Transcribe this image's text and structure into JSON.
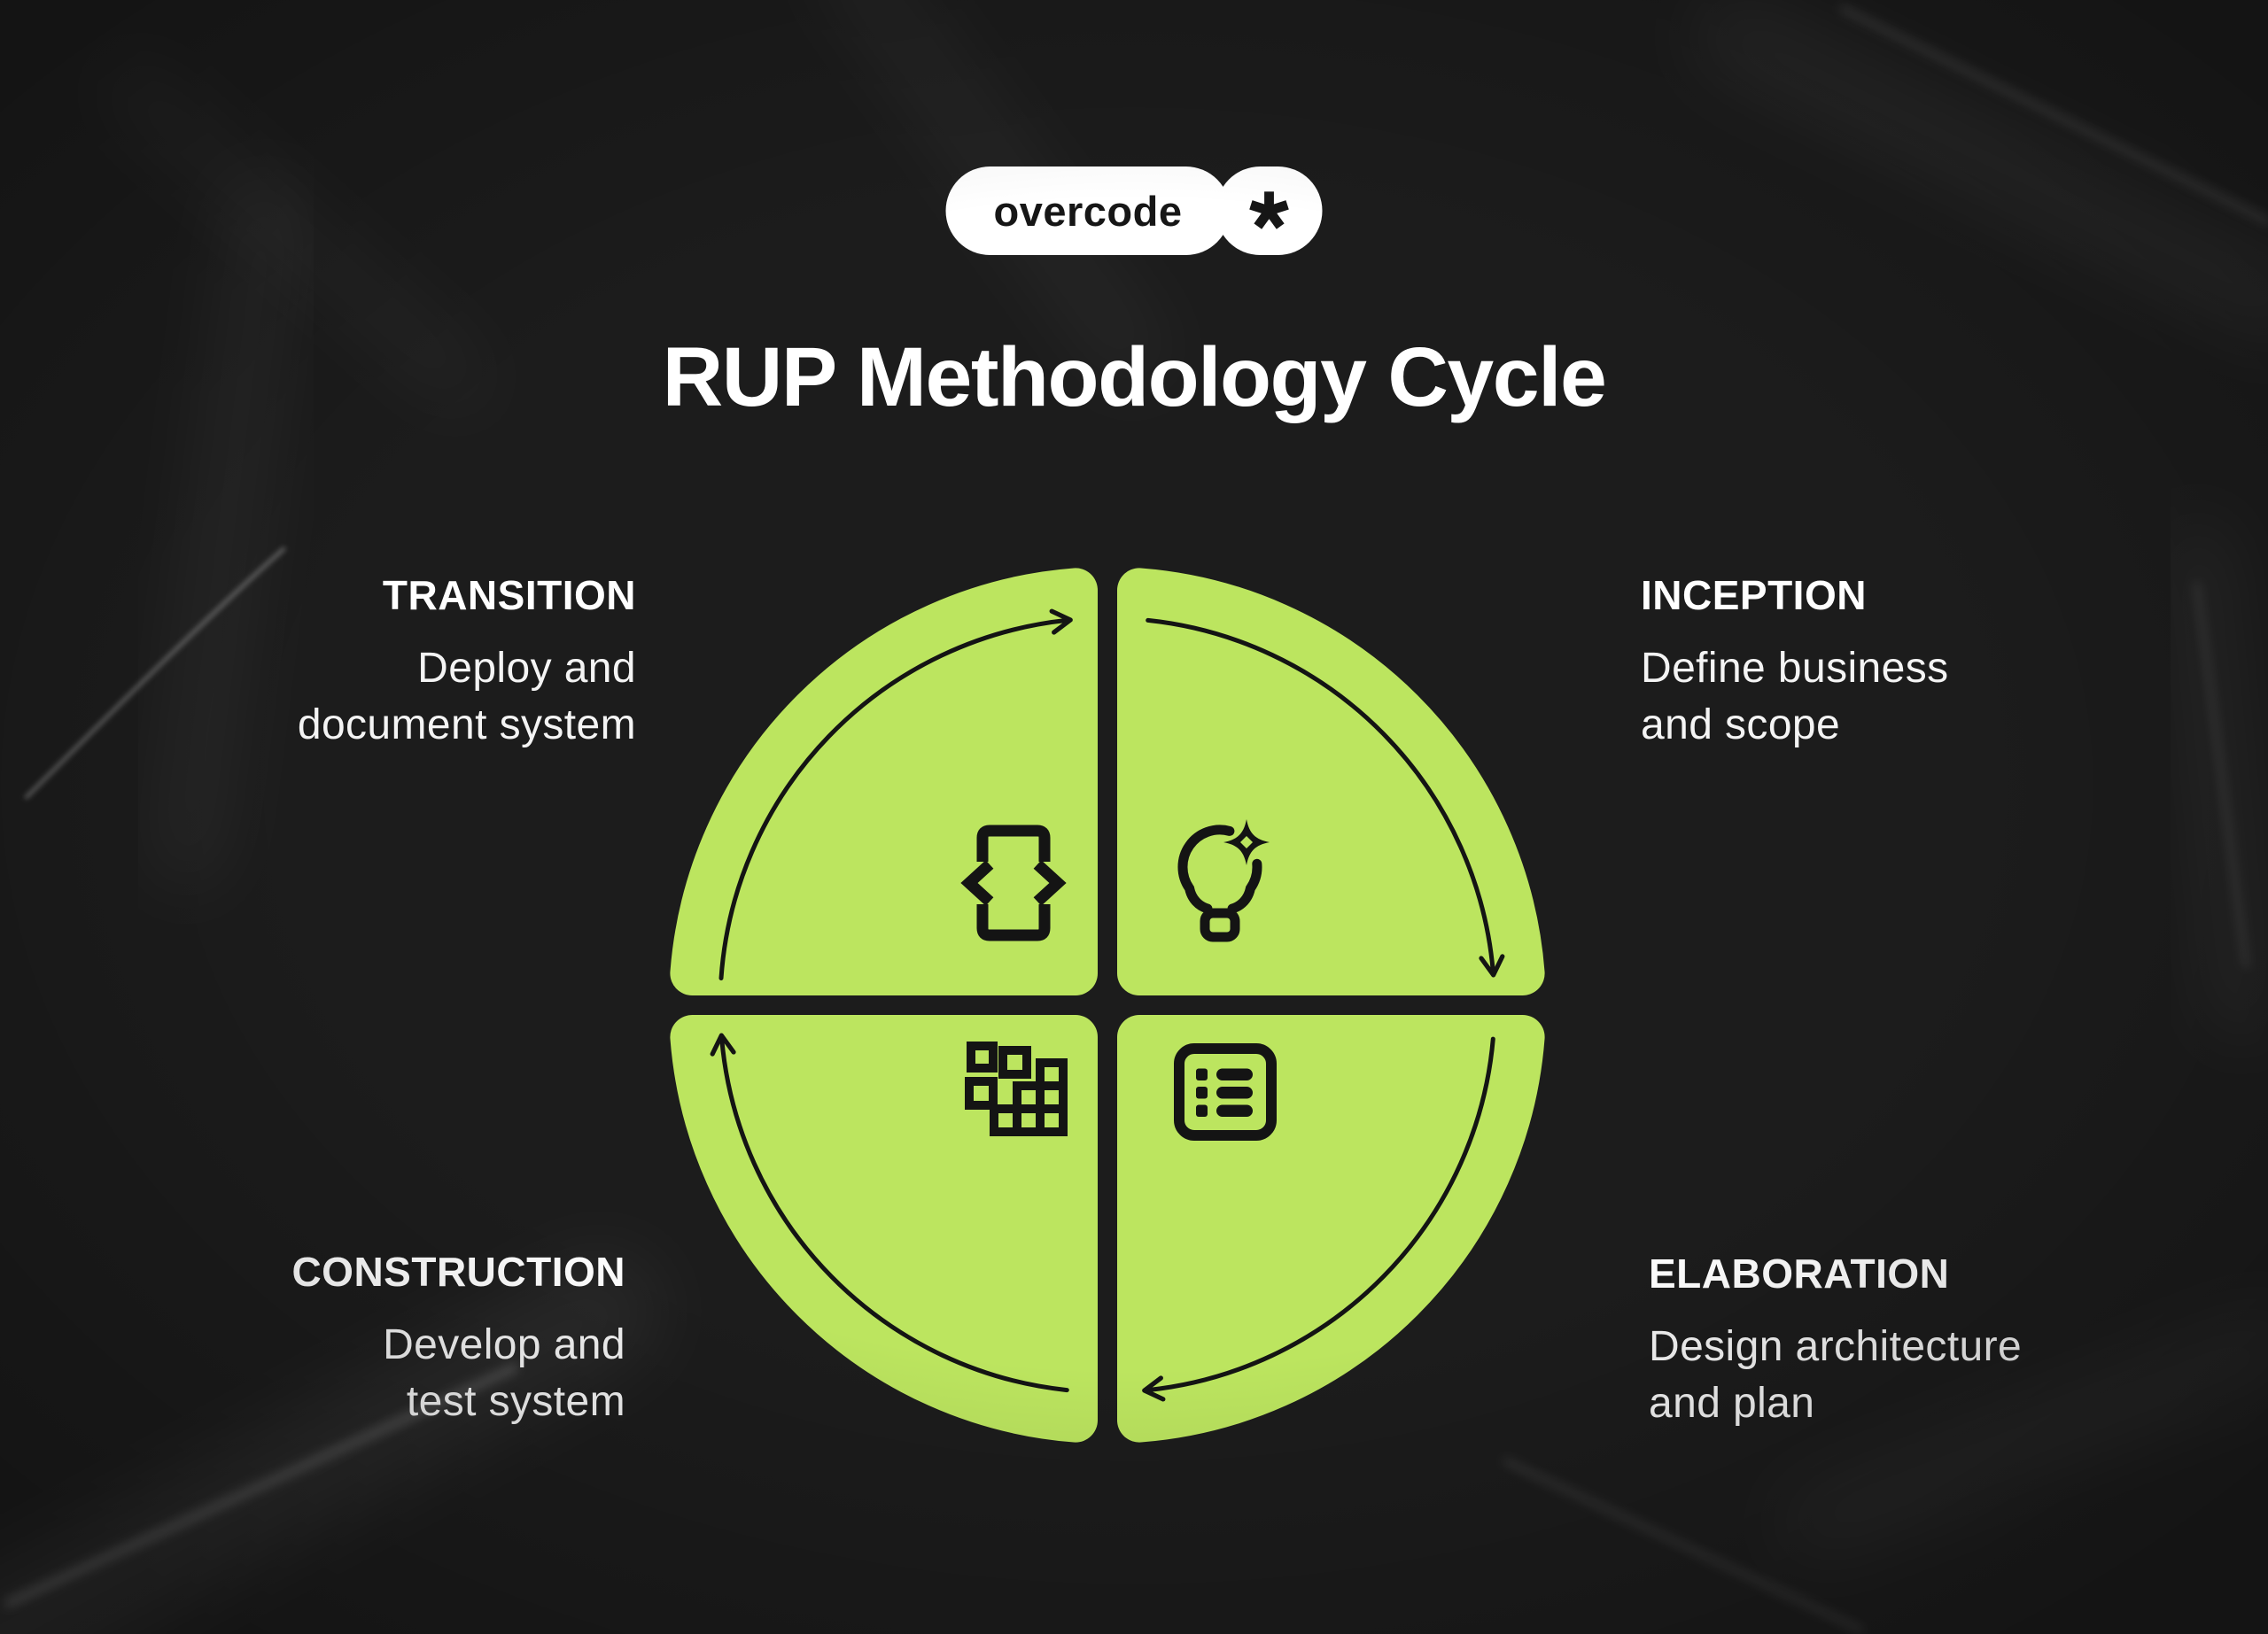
{
  "brand": {
    "name": "overcode",
    "asterisk_icon": "asterisk"
  },
  "title": "RUP Methodology Cycle",
  "phases": [
    {
      "id": "transition",
      "label": "TRANSITION",
      "description_lines": [
        "Deploy and",
        "document system"
      ],
      "icon": "code-icon",
      "position": "top-left"
    },
    {
      "id": "inception",
      "label": "INCEPTION",
      "description_lines": [
        "Define business",
        "and scope"
      ],
      "icon": "lightbulb-spark-icon",
      "position": "top-right"
    },
    {
      "id": "construction",
      "label": "CONSTRUCTION",
      "description_lines": [
        "Develop and",
        "test system"
      ],
      "icon": "pixel-blocks-icon",
      "position": "bottom-left"
    },
    {
      "id": "elaboration",
      "label": "ELABORATION",
      "description_lines": [
        "Design architecture",
        "and plan"
      ],
      "icon": "list-icon",
      "position": "bottom-right"
    }
  ],
  "cycle": {
    "direction": "clockwise",
    "order": [
      "inception",
      "elaboration",
      "construction",
      "transition"
    ]
  },
  "colors": {
    "accent": "#bce55f",
    "background": "#1c1c1c",
    "ink": "#141414",
    "text": "#ffffff"
  }
}
